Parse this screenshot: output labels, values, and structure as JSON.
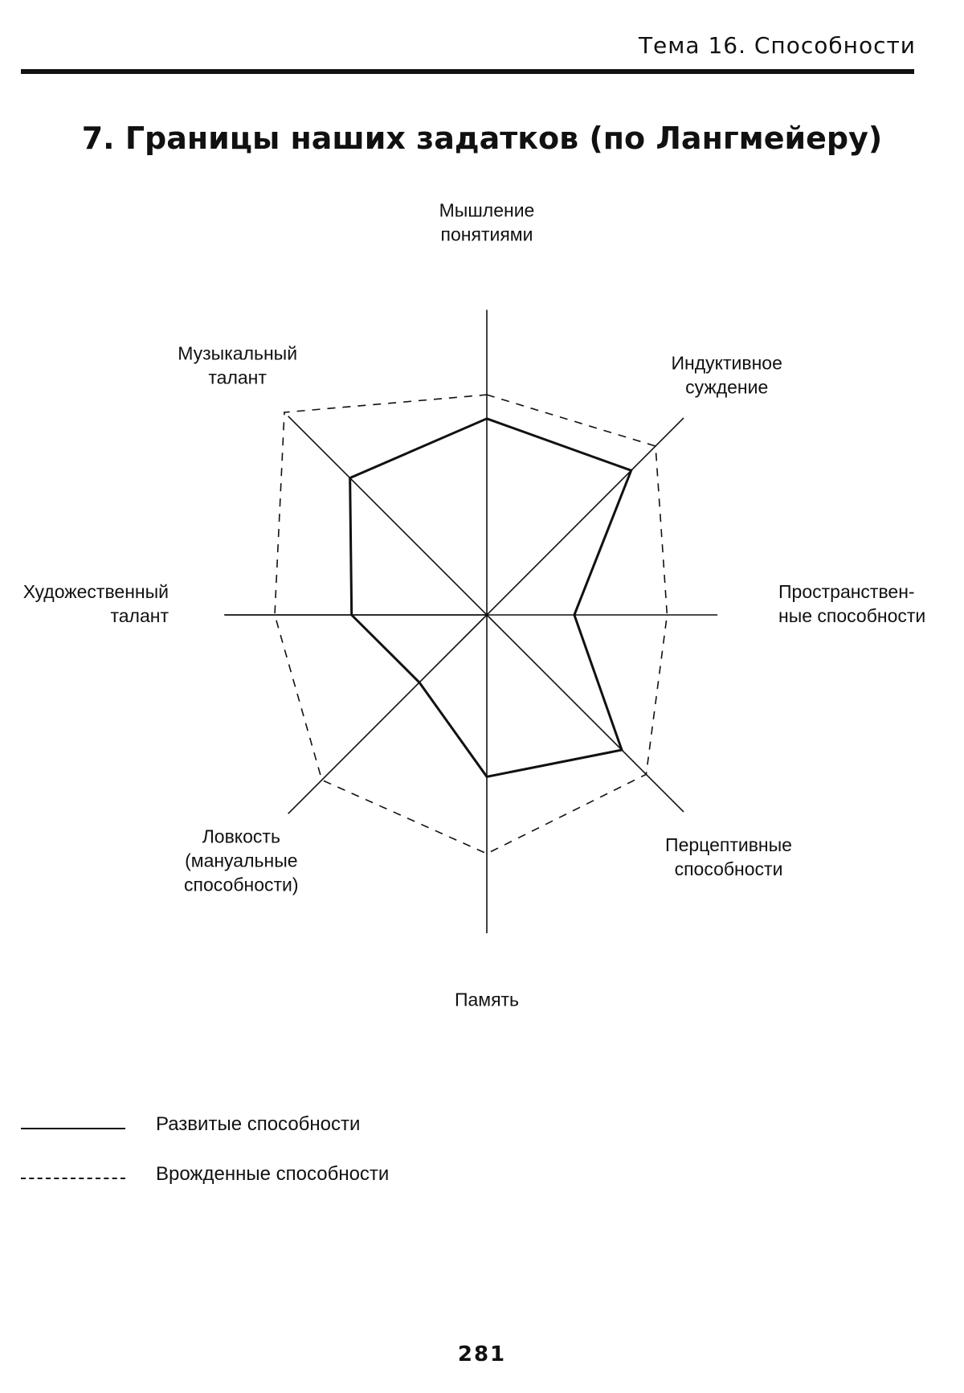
{
  "header": {
    "running_title": "Тема 16. Способности"
  },
  "page": {
    "title": "7. Границы наших задатков (по Лангмейеру)",
    "number": "281"
  },
  "chart_data": {
    "type": "radar",
    "scale_max": 1.0,
    "axes": [
      {
        "id": "thinking",
        "label_lines": [
          "Мышление",
          "понятиями"
        ]
      },
      {
        "id": "inductive",
        "label_lines": [
          "Индуктивное",
          "суждение"
        ]
      },
      {
        "id": "spatial",
        "label_lines": [
          "Пространствен-",
          "ные способности"
        ]
      },
      {
        "id": "perceptive",
        "label_lines": [
          "Перцептивные",
          "способности"
        ]
      },
      {
        "id": "memory",
        "label_lines": [
          "Память"
        ]
      },
      {
        "id": "dexterity",
        "label_lines": [
          "Ловкость",
          "(мануальные",
          "способности)"
        ]
      },
      {
        "id": "art",
        "label_lines": [
          "Художественный",
          "талант"
        ]
      },
      {
        "id": "music",
        "label_lines": [
          "Музыкальный",
          "талант"
        ]
      }
    ],
    "series": [
      {
        "name": "Развитые способности",
        "style": "solid",
        "values": [
          0.74,
          0.77,
          0.33,
          0.72,
          0.61,
          0.36,
          0.51,
          0.73
        ]
      },
      {
        "name": "Врожденные способности",
        "style": "dashed",
        "values": [
          0.83,
          0.9,
          0.68,
          0.85,
          0.9,
          0.88,
          0.8,
          1.08
        ]
      }
    ]
  },
  "legend": {
    "items": [
      {
        "label": "Развитые способности",
        "style": "solid"
      },
      {
        "label": "Врожденные способности",
        "style": "dashed"
      }
    ]
  }
}
